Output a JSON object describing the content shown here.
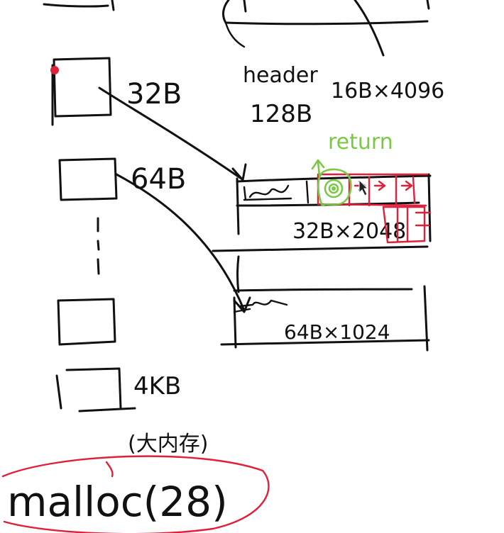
{
  "size_labels": {
    "b32": "32B",
    "b64": "64B",
    "b4k": "4KB"
  },
  "header": {
    "word": "header",
    "size": "128B",
    "pages": "16B×4096"
  },
  "return_note": "return",
  "slab_32": {
    "label": "32B×2048"
  },
  "slab_64": {
    "label": "64B×1024"
  },
  "big_mem_note": "(大内存)",
  "call": "malloc(28)",
  "colors": {
    "ink": "#111111",
    "highlight": "#e0203a",
    "return": "#7ac943",
    "background": "#ffffff"
  }
}
